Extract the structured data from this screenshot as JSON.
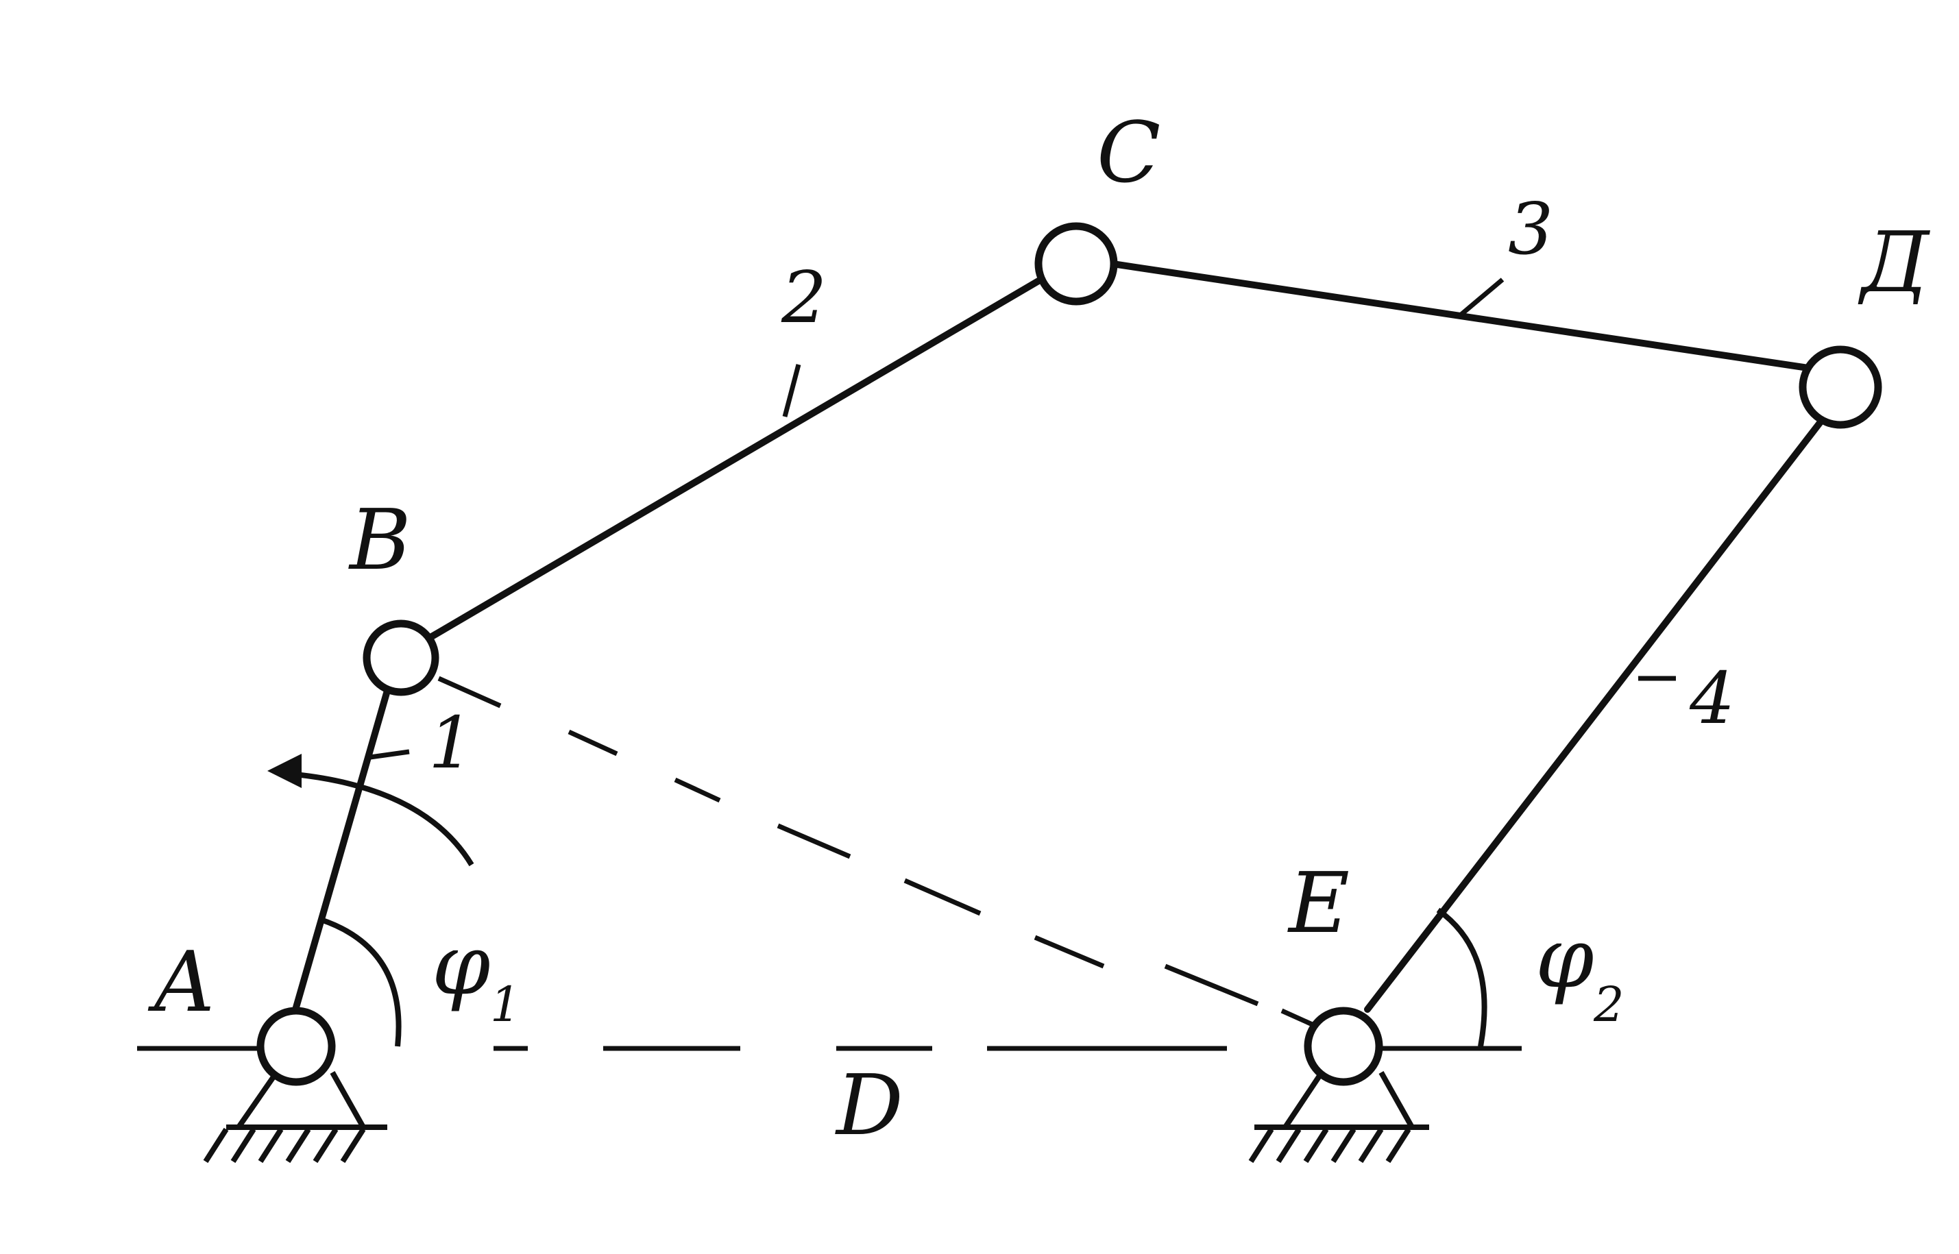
{
  "labels": {
    "joint_a": "A",
    "joint_b": "B",
    "joint_c": "C",
    "joint_d": "Д",
    "joint_e": "E",
    "distance": "D",
    "link_1": "1",
    "link_2": "2",
    "link_3": "3",
    "link_4": "4",
    "phi_1": "φ",
    "phi_1_sub": "1",
    "phi_2": "φ",
    "phi_2_sub": "2"
  },
  "colors": {
    "ink": "#111111",
    "background": "#ffffff"
  }
}
